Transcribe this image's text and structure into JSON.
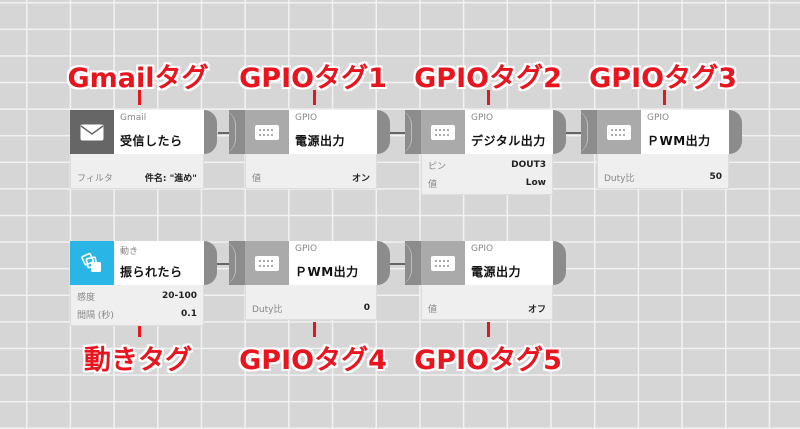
{
  "labels": [
    "Gmailタグ",
    "GPIOタグ1",
    "GPIOタグ2",
    "GPIOタグ3",
    "動きタグ",
    "GPIOタグ4",
    "GPIOタグ5"
  ],
  "colors": {
    "accent": "#e8141e",
    "gmail": "#666666",
    "gpio": "#aaaaaa",
    "motion": "#29b6e6"
  },
  "cards": [
    {
      "category": "Gmail",
      "title": "受信したら",
      "icon": "envelope-icon",
      "rows": [
        {
          "k": "フィルタ",
          "v": "件名: \"進め\""
        }
      ]
    },
    {
      "category": "GPIO",
      "title": "電源出力",
      "icon": "keypad-icon",
      "rows": [
        {
          "k": "値",
          "v": "オン"
        }
      ]
    },
    {
      "category": "GPIO",
      "title": "デジタル出力",
      "icon": "keypad-icon",
      "rows": [
        {
          "k": "ピン",
          "v": "DOUT3"
        },
        {
          "k": "値",
          "v": "Low"
        }
      ]
    },
    {
      "category": "GPIO",
      "title": "ＰWM出力",
      "icon": "keypad-icon",
      "rows": [
        {
          "k": "Duty比",
          "v": "50"
        }
      ]
    },
    {
      "category": "動き",
      "title": "振られたら",
      "icon": "shake-icon",
      "rows": [
        {
          "k": "感度",
          "v": "20-100"
        },
        {
          "k": "間隔 (秒)",
          "v": "0.1"
        }
      ]
    },
    {
      "category": "GPIO",
      "title": "ＰWM出力",
      "icon": "keypad-icon",
      "rows": [
        {
          "k": "Duty比",
          "v": "0"
        }
      ]
    },
    {
      "category": "GPIO",
      "title": "電源出力",
      "icon": "keypad-icon",
      "rows": [
        {
          "k": "値",
          "v": "オフ"
        }
      ]
    }
  ]
}
